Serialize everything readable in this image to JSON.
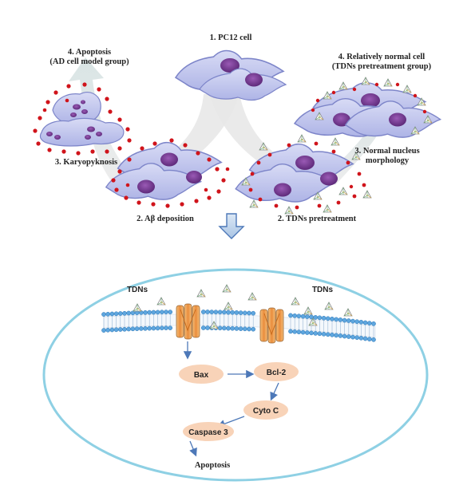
{
  "labels": {
    "pc12": "1. PC12 cell",
    "apoptosis_title_1": "4. Apoptosis",
    "apoptosis_title_2": "(AD cell model group)",
    "karyopyknosis": "3. Karyopyknosis",
    "abeta": "2. Aβ deposition",
    "normal_cell_1": "4. Relatively normal cell",
    "normal_cell_2": "(TDNs pretreatment group)",
    "normal_nucleus_1": "3. Normal nucleus",
    "normal_nucleus_2": "morphology",
    "tdns_pretreatment": "2. TDNs pretreatment",
    "tdns_left": "TDNs",
    "tdns_right": "TDNs",
    "apoptosis_bottom": "Apoptosis"
  },
  "pathway": {
    "bax": "Bax",
    "bcl2": "Bcl-2",
    "cytoc": "Cyto C",
    "caspase3": "Caspase 3"
  },
  "colors": {
    "cell_fill": "#c9cdf0",
    "cell_stroke": "#7d85c9",
    "nucleus": "#7a3d96",
    "abeta_dot": "#d0141b",
    "arrow_shade": "#dfe6e6",
    "ellipse_stroke": "#8ed0e4",
    "node_fill": "#f8d3b8",
    "pathway_arrow": "#4d78b8",
    "membrane_head": "#5ea6de",
    "channel": "#f0a95f"
  }
}
